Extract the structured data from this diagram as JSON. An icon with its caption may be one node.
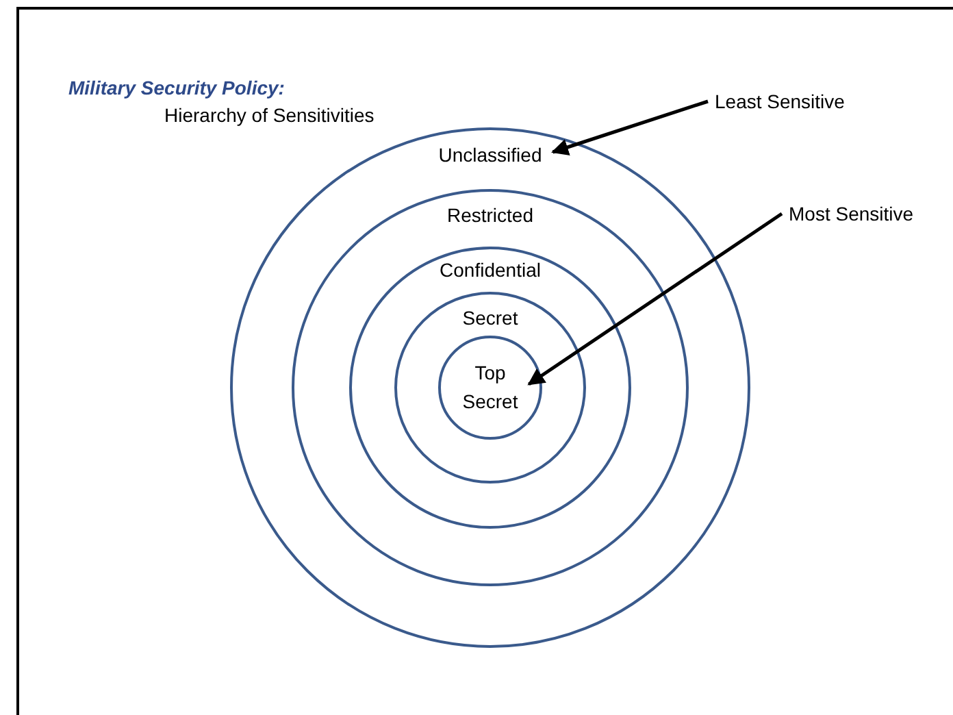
{
  "diagram": {
    "title": "Military Security Policy:",
    "nodes": [
      {
        "text": [
          "Unclassified"
        ]
      },
      {
        "text": [
          "Restricted"
        ],
        "in": 0
      },
      {
        "text": [
          "Confidential"
        ],
        "in": 1
      },
      {
        "text": [
          "Secret"
        ],
        "in": 2
      },
      {
        "text": [
          "Top Secret"
        ],
        "in": 3
      },
      {
        "text": [
          "Least Sensitive"
        ]
      },
      {
        "text": [
          "Most Sensitive"
        ]
      }
    ],
    "edges": [
      {
        "from": 5,
        "to": 0,
        "arrow": "to"
      },
      {
        "from": 6,
        "to": 4,
        "arrow": "to"
      }
    ],
    "labels": [
      "Hierarchy of Sensitivities"
    ]
  }
}
